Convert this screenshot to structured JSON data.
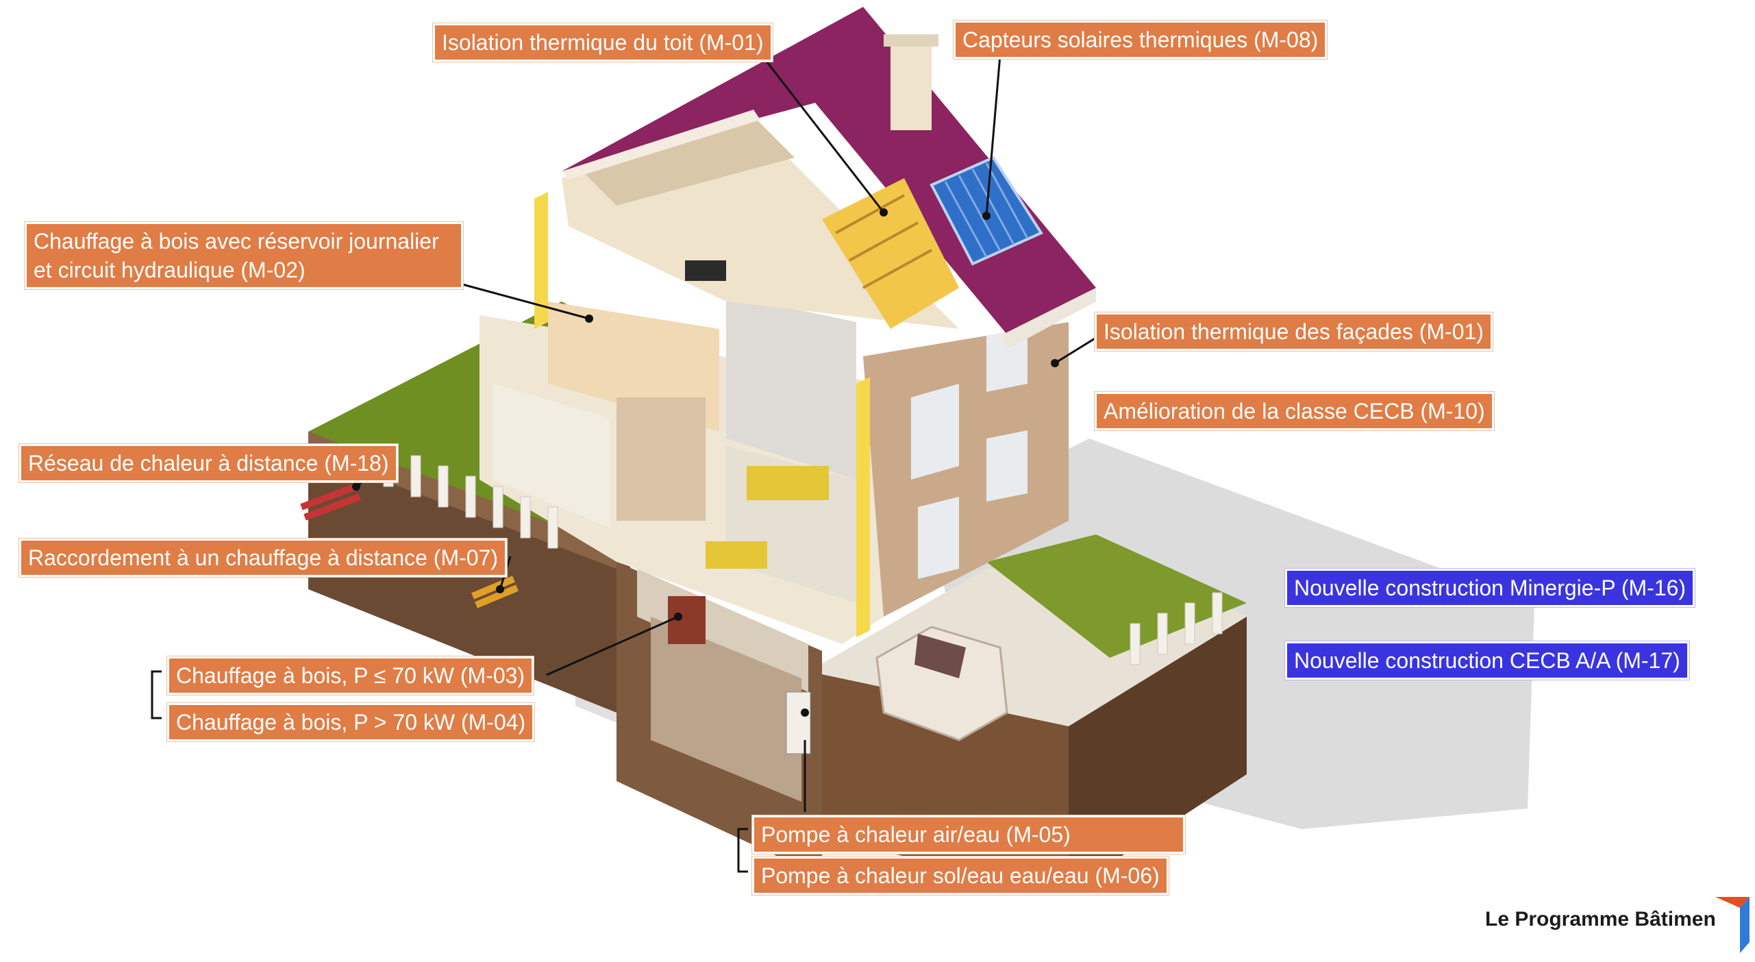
{
  "labels": {
    "roof_insulation": "Isolation thermique du toit (M-01)",
    "solar_collectors": "Capteurs solaires thermiques (M-08)",
    "wood_heating_reservoir_line1": "Chauffage à bois avec réservoir journalier",
    "wood_heating_reservoir_line2": "et circuit hydraulique (M-02)",
    "facade_insulation": "Isolation thermique des façades (M-01)",
    "cecb_improvement": "Amélioration de la classe CECB (M-10)",
    "district_heating_network": "Réseau de chaleur à distance (M-18)",
    "district_heating_connection": "Raccordement à un chauffage à distance (M-07)",
    "wood_heating_small": "Chauffage à bois, P ≤ 70 kW (M-03)",
    "wood_heating_large": "Chauffage à bois, P > 70 kW (M-04)",
    "minergie_construction": "Nouvelle construction Minergie-P (M-16)",
    "cecb_construction": "Nouvelle construction CECB A/A (M-17)",
    "heat_pump_air": "Pompe à chaleur air/eau (M-05)",
    "heat_pump_ground": "Pompe à chaleur sol/eau eau/eau (M-06)"
  },
  "logo": {
    "text": "Le Programme Bâtiments"
  },
  "colors": {
    "label_orange": "#e07c45",
    "label_blue": "#3a34e0",
    "roof": "#8b2460",
    "grass": "#7a9e2a",
    "soil": "#6b4a34",
    "wall": "#c9a98a",
    "interior": "#efe6d4",
    "solar_panel": "#2f6fc7",
    "insulation": "#f2c649"
  }
}
